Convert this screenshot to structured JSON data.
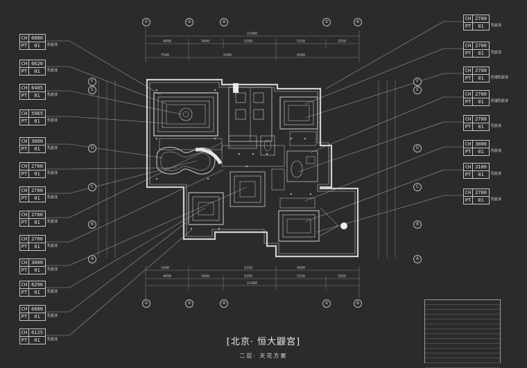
{
  "title": "[北京· 恒大鼹宫]",
  "subtitle": "二层· 天花方案",
  "left_tags": [
    {
      "ch": "6880",
      "pt": "01",
      "note": "乳胶漆"
    },
    {
      "ch": "6620",
      "pt": "01",
      "note": "乳胶漆"
    },
    {
      "ch": "6485",
      "pt": "01",
      "note": "乳胶漆"
    },
    {
      "ch": "5965",
      "pt": "01",
      "note": "乳胶漆"
    },
    {
      "ch": "3000",
      "pt": "01",
      "note": "乳胶漆"
    },
    {
      "ch": "2700",
      "pt": "01",
      "note": "乳胶漆"
    },
    {
      "ch": "2700",
      "pt": "01",
      "note": "乳胶漆"
    },
    {
      "ch": "2700",
      "pt": "01",
      "note": "乳胶漆"
    },
    {
      "ch": "2700",
      "pt": "01",
      "note": "乳胶漆"
    },
    {
      "ch": "3000",
      "pt": "01",
      "note": "乳胶漆"
    },
    {
      "ch": "6290",
      "pt": "01",
      "note": "乳胶漆"
    },
    {
      "ch": "6880",
      "pt": "01",
      "note": "乳胶漆"
    },
    {
      "ch": "6125",
      "pt": "01",
      "note": "乳胶漆"
    }
  ],
  "right_tags": [
    {
      "ch": "2700",
      "pt": "01",
      "note": "乳胶漆"
    },
    {
      "ch": "2700",
      "pt": "01",
      "note": "乳胶漆"
    },
    {
      "ch": "2700",
      "pt": "01",
      "note": "防潮乳胶漆"
    },
    {
      "ch": "2700",
      "pt": "01",
      "note": "防潮乳胶漆"
    },
    {
      "ch": "2700",
      "pt": "01",
      "note": "乳胶漆"
    },
    {
      "ch": "3000",
      "pt": "01",
      "note": "乳胶漆"
    },
    {
      "ch": "3100",
      "pt": "01",
      "note": "乳胶漆"
    },
    {
      "ch": "2700",
      "pt": "01",
      "note": "乳胶漆"
    }
  ],
  "labels": {
    "ch": "CH",
    "pt": "PT"
  },
  "grid_cols": [
    "①",
    "③",
    "④",
    "⑤",
    "⑥"
  ],
  "grid_rows_left": [
    "F",
    "E",
    "D",
    "C",
    "B",
    "A"
  ],
  "grid_rows_right": [
    "F",
    "E",
    "D",
    "C",
    "B",
    "A"
  ],
  "dims_top": {
    "overall": "21480",
    "row1": [
      "4090",
      "3440",
      "5350",
      "5150",
      "3350"
    ],
    "row2": [
      "7540",
      "5640",
      "6500"
    ]
  },
  "dims_bottom": {
    "overall": "21480",
    "row1": [
      "1490",
      "5150",
      "4600"
    ],
    "row2": [
      "4090",
      "3440",
      "5350",
      "5150",
      "3350"
    ]
  },
  "legend_rows": [
    {
      "sym": "",
      "txt": "",
      "txt2": ""
    },
    {
      "sym": "",
      "txt": "",
      "txt2": ""
    },
    {
      "sym": "",
      "txt": "",
      "txt2": ""
    },
    {
      "sym": "",
      "txt": "",
      "txt2": ""
    },
    {
      "sym": "",
      "txt": "",
      "txt2": ""
    },
    {
      "sym": "",
      "txt": "",
      "txt2": ""
    },
    {
      "sym": "",
      "txt": "",
      "txt2": ""
    },
    {
      "sym": "",
      "txt": "",
      "txt2": ""
    },
    {
      "sym": "",
      "txt": "",
      "txt2": ""
    },
    {
      "sym": "",
      "txt": "",
      "txt2": ""
    },
    {
      "sym": "",
      "txt": "",
      "txt2": ""
    },
    {
      "sym": "",
      "txt": "",
      "txt2": ""
    },
    {
      "sym": "",
      "txt": "",
      "txt2": ""
    },
    {
      "sym": "",
      "txt": "",
      "txt2": ""
    }
  ]
}
